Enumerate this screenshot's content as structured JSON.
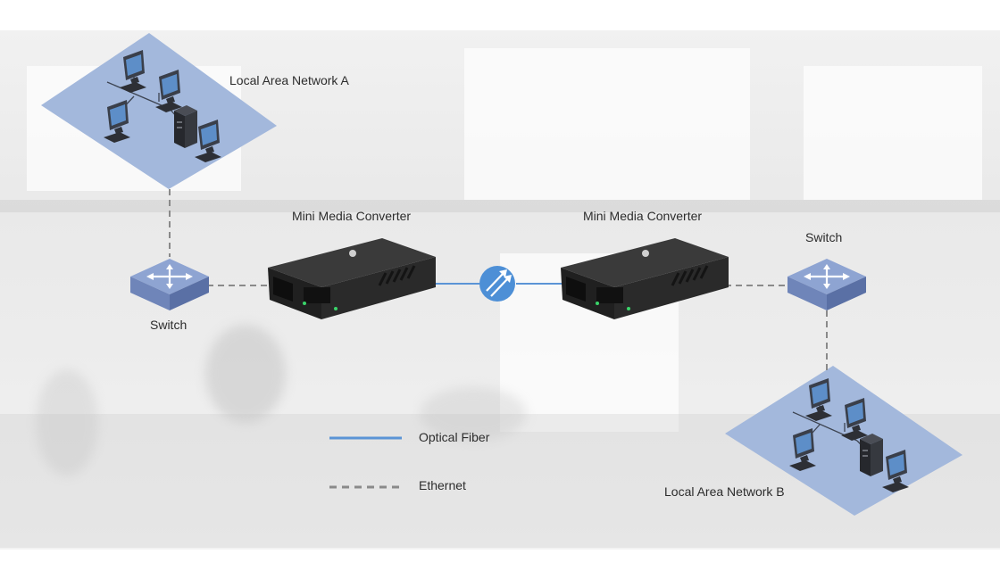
{
  "diagram": {
    "lan_a_label": "Local Area Network A",
    "lan_b_label": "Local Area Network B",
    "converter_left_label": "Mini Media Converter",
    "converter_right_label": "Mini Media Converter",
    "switch_left_label": "Switch",
    "switch_right_label": "Switch"
  },
  "legend": {
    "optical_label": "Optical Fiber",
    "ethernet_label": "Ethernet"
  },
  "colors": {
    "lan_platform": "#a3b8dc",
    "switch_top": "#8ea4d2",
    "switch_side": "#6f85b9",
    "optical_line": "#5b94d6",
    "ethernet_line": "#8a8a8a",
    "router_fill": "#4d8fd6",
    "converter_body": "#2a2a2a"
  },
  "icons": [
    "pc-icon",
    "server-icon",
    "switch-icon",
    "router-icon",
    "media-converter-icon"
  ]
}
